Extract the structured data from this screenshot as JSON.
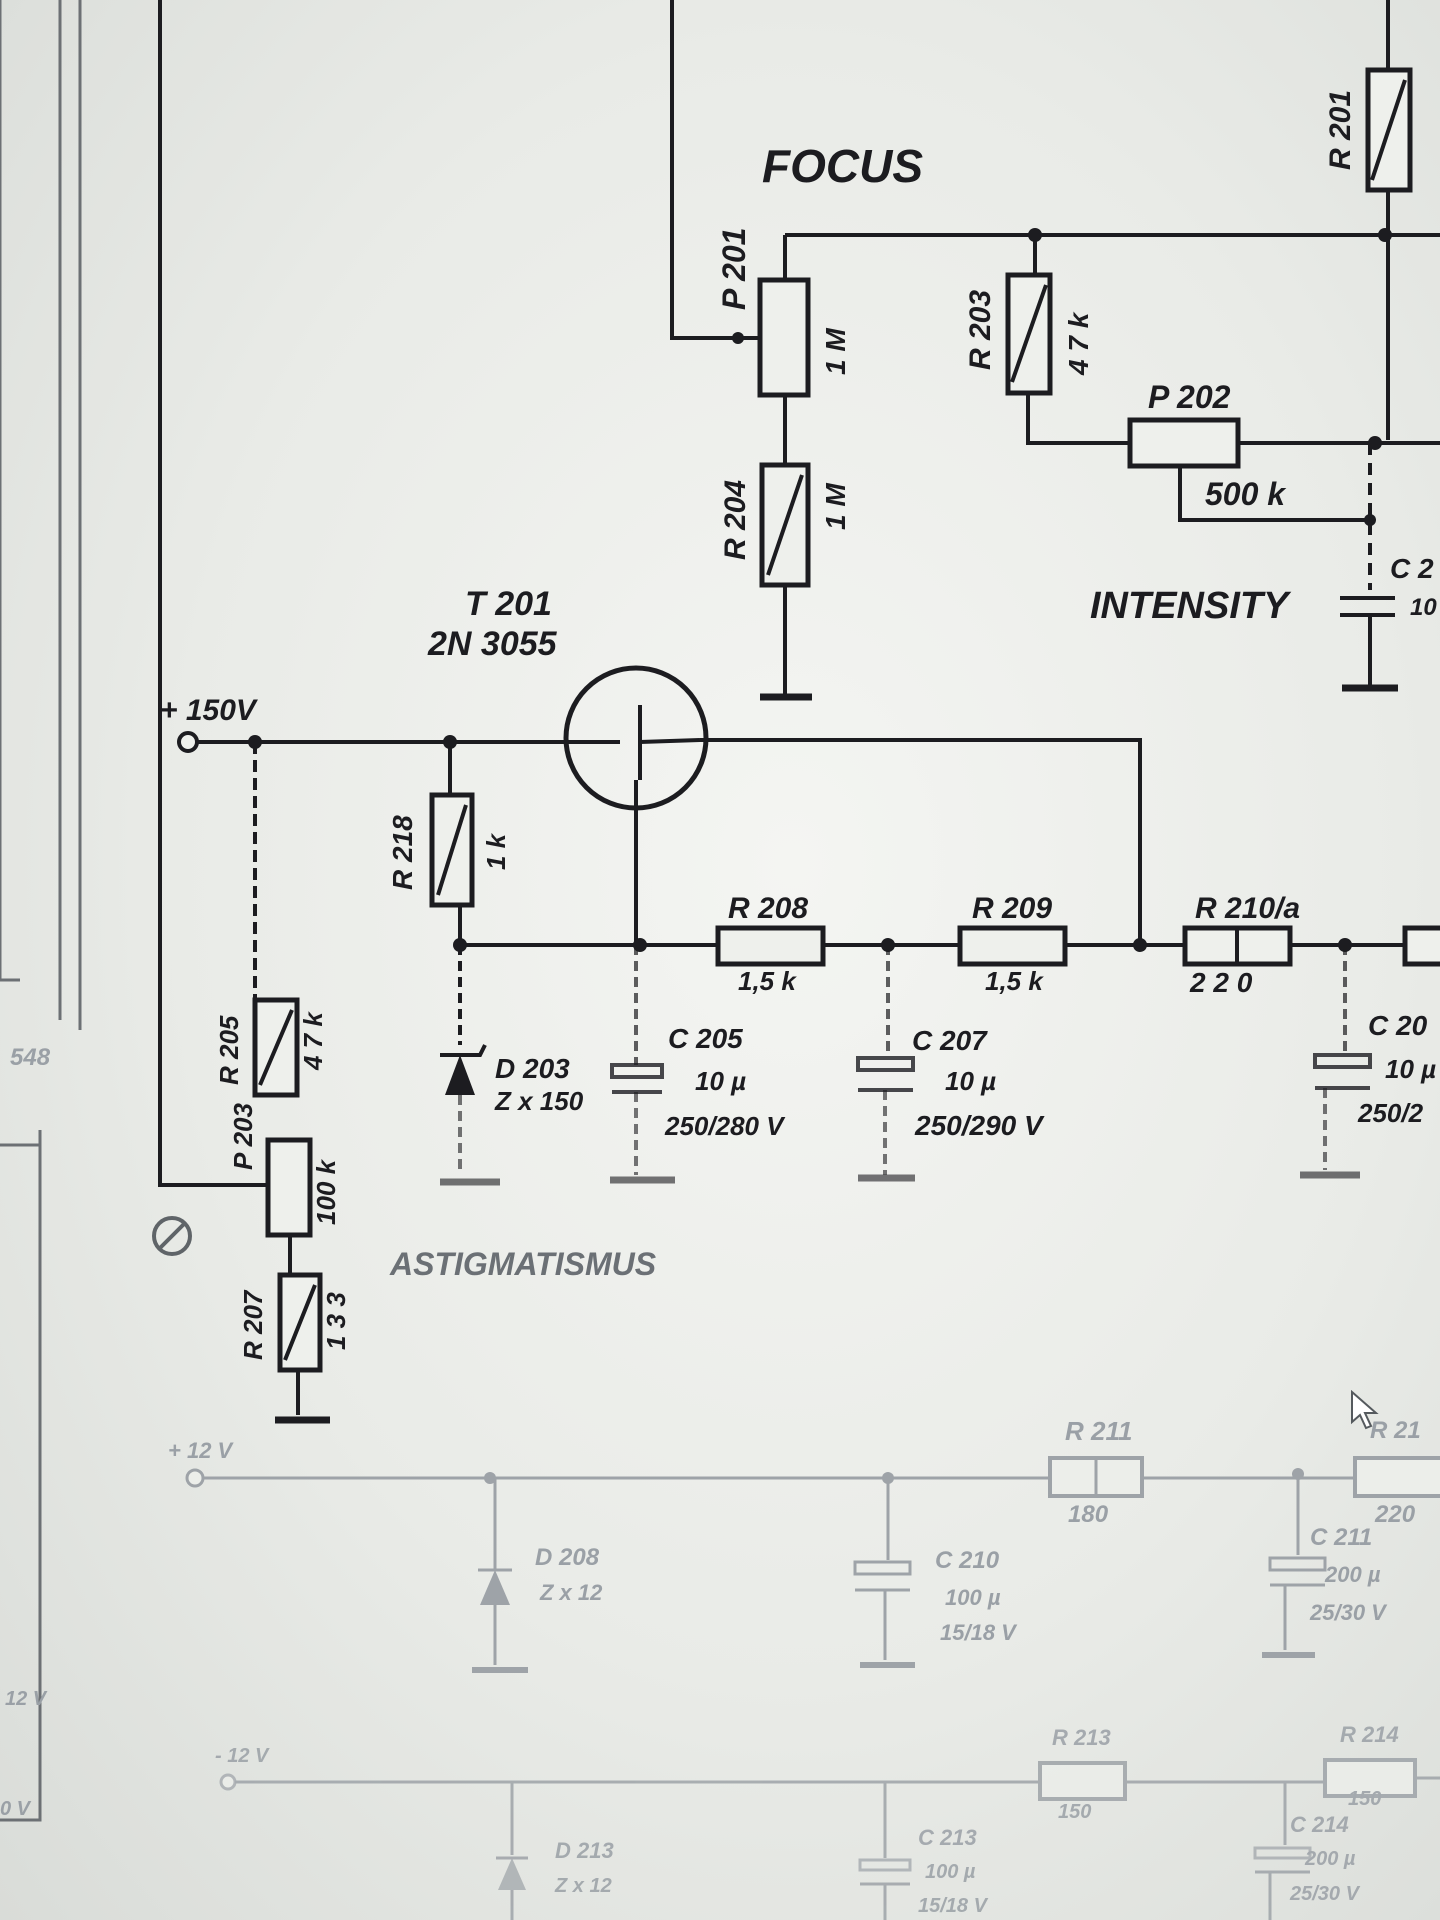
{
  "labels": {
    "focus": "FOCUS",
    "intensity": "INTENSITY",
    "astigmatismus": "ASTIGMATISMUS",
    "t201": "T 201",
    "t201_type": "2N 3055",
    "supply_150": "+ 150V",
    "supply_12": "+ 12 V",
    "supply_neg12": "- 12 V",
    "r201": "R 201",
    "p201": "P 201",
    "p201_val": "1 M",
    "r203": "R 203",
    "r203_val": "4 7 k",
    "p202": "P 202",
    "p202_val": "500 k",
    "r204": "R 204",
    "r204_val": "1 M",
    "r218": "R 218",
    "r218_val": "1 k",
    "r208": "R 208",
    "r208_val": "1,5 k",
    "r209": "R 209",
    "r209_val": "1,5 k",
    "r210": "R 210/a",
    "r210_val": "2 2 0",
    "c205": "C 205",
    "c205_val": "10 µ",
    "c205_volt": "250/280 V",
    "c207": "C 207",
    "c207_val": "10 µ",
    "c207_volt": "250/290 V",
    "c208": "C 20",
    "c208_val": "10 µ",
    "c208_volt": "250/2",
    "d203": "D 203",
    "d203_val": "Z x 150",
    "r205": "R 205",
    "r205_val": "4 7 k",
    "p203": "P 203",
    "p203_val": "100 k",
    "r207": "R 207",
    "r207_val": "1 3 3",
    "c_right": "C 2",
    "c_right_val": "10",
    "r211": "R 211",
    "r211_val": "180",
    "r212": "R 21",
    "r212_val": "220",
    "d208": "D 208",
    "d208_val": "Z x 12",
    "c210": "C 210",
    "c210_val": "100 µ",
    "c210_volt": "15/18 V",
    "c211": "C 211",
    "c211_val": "200 µ",
    "c211_volt": "25/30 V",
    "r213": "R 213",
    "r213_val": "150",
    "r214": "R 214",
    "r214_val": "150",
    "d213": "D 213",
    "d213_val": "Z x 12",
    "c213": "C 213",
    "c213_val": "100 µ",
    "c213_volt": "15/18 V",
    "c214": "C 214",
    "c214_val": "200 µ",
    "c214_volt": "25/30 V",
    "margin_548": "548",
    "margin_12v": "12 V",
    "margin_0v": "0 V"
  }
}
